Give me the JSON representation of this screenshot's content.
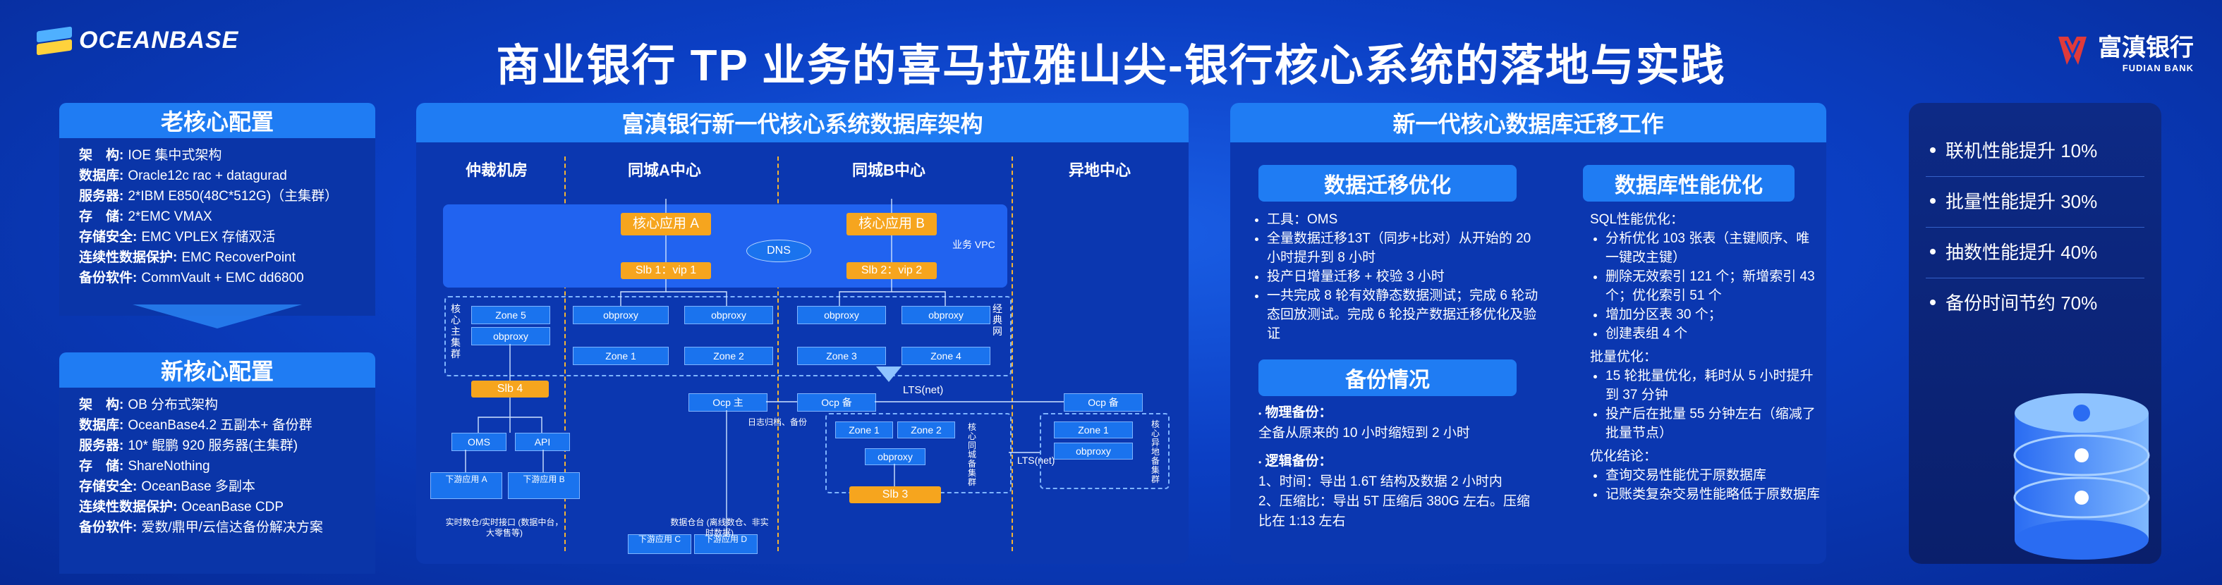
{
  "header": {
    "logo_text": "OCEANBASE",
    "title": "商业银行 TP 业务的喜马拉雅山尖-银行核心系统的落地与实践",
    "bank_cn": "富滇银行",
    "bank_en": "FUDIAN BANK"
  },
  "old_config": {
    "title": "老核心配置",
    "rows": [
      {
        "k": "架　构:",
        "v": "IOE 集中式架构"
      },
      {
        "k": "数据库:",
        "v": "Oracle12c rac + datagurad"
      },
      {
        "k": "服务器:",
        "v": "2*IBM E850(48C*512G)（主集群）"
      },
      {
        "k": "存　储:",
        "v": "2*EMC VMAX"
      },
      {
        "k": "存储安全:",
        "v": "EMC VPLEX 存储双活"
      },
      {
        "k": "连续性数据保护:",
        "v": "EMC RecoverPoint"
      },
      {
        "k": "备份软件:",
        "v": "CommVault + EMC dd6800"
      }
    ]
  },
  "new_config": {
    "title": "新核心配置",
    "rows": [
      {
        "k": "架　构:",
        "v": "OB 分布式架构"
      },
      {
        "k": "数据库:",
        "v": "OceanBase4.2 五副本+ 备份群"
      },
      {
        "k": "服务器:",
        "v": "10* 鲲鹏 920 服务器(主集群)"
      },
      {
        "k": "存　储:",
        "v": "ShareNothing"
      },
      {
        "k": "存储安全:",
        "v": "OceanBase 多副本"
      },
      {
        "k": "连续性数据保护:",
        "v": "OceanBase CDP"
      },
      {
        "k": "备份软件:",
        "v": "爱数/鼎甲/云信达备份解决方案"
      }
    ]
  },
  "arch": {
    "title": "富滇银行新一代核心系统数据库架构",
    "cols": [
      "仲裁机房",
      "同城A中心",
      "同城B中心",
      "异地中心"
    ],
    "app_a": "核心应用 A",
    "app_b": "核心应用 B",
    "dns": "DNS",
    "vpc": "业务 VPC",
    "slb1": "Slb 1：vip 1",
    "slb2": "Slb 2：vip 2",
    "core_cluster": "核心主集群",
    "classic_net": "经典网",
    "zone5": "Zone 5",
    "obproxy": "obproxy",
    "zone1": "Zone 1",
    "zone2": "Zone 2",
    "zone3": "Zone 3",
    "zone4": "Zone 4",
    "slb4": "Slb 4",
    "oms": "OMS",
    "api": "API",
    "down_a": "下游应用 A",
    "down_b": "下游应用 B",
    "realtime": "实时数仓/实时接口 (数据中台，大零售等)",
    "lts1": "LTS(net)",
    "lts2": "LTS(net)",
    "ocp_main": "Ocp 主",
    "ocp_backup": "Ocp 备",
    "ocp_remote": "Ocp 备",
    "log_archive": "日志归档、备份",
    "backup_cluster_local": "核心同城备集群",
    "backup_cluster_remote": "核心异地备集群",
    "slb3": "Slb 3",
    "down_c": "下游应用 C",
    "down_d": "下游应用 D",
    "datastore": "数据仓台 (离线数仓、非实时数据)"
  },
  "migration": {
    "title": "新一代核心数据库迁移工作",
    "data_opt": {
      "title": "数据迁移优化",
      "items": [
        "工具：OMS",
        "全量数据迁移13T（同步+比对）从开始的 20 小时提升到 8 小时",
        "投产日增量迁移 + 校验 3 小时",
        "一共完成 8 轮有效静态数据测试；完成 6 轮动态回放测试。完成 6 轮投产数据迁移优化及验证"
      ]
    },
    "backup": {
      "title": "备份情况",
      "physical_label": "物理备份：",
      "physical_text": "全备从原来的 10 小时缩短到 2 小时",
      "logical_label": "逻辑备份：",
      "logical_lines": [
        "1、时间：导出 1.6T 结构及数据 2 小时内",
        "2、压缩比：导出 5T 压缩后 380G 左右。压缩比在 1:13 左右"
      ]
    },
    "perf": {
      "title": "数据库性能优化",
      "sql_label": "SQL性能优化：",
      "sql_items": [
        "分析优化 103 张表（主键顺序、唯一键改主键）",
        "删除无效索引 121 个；新增索引 43 个；优化索引 51 个",
        "增加分区表 30 个；",
        "创建表组 4 个"
      ],
      "batch_label": "批量优化：",
      "batch_items": [
        "15 轮批量优化，耗时从 5 小时提升到 37 分钟",
        "投产后在批量 55 分钟左右（缩减了批量节点）"
      ],
      "conclusion_label": "优化结论：",
      "conclusion_items": [
        "查询交易性能优于原数据库",
        "记账类复杂交易性能略低于原数据库"
      ]
    }
  },
  "metrics": [
    "联机性能提升 10%",
    "批量性能提升 30%",
    "抽数性能提升 40%",
    "备份时间节约 70%"
  ]
}
